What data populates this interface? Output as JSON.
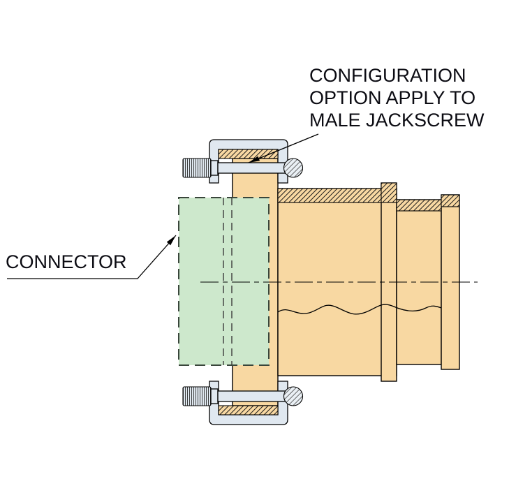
{
  "labels": {
    "configuration_note": {
      "lines": [
        "CONFIGURATION",
        "OPTION APPLY TO",
        "MALE JACKSCREW"
      ]
    },
    "connector": "CONNECTOR"
  },
  "colors": {
    "body": "#f8d8a2",
    "connector_fill": "#cde8cc",
    "connector_border": "#39463b",
    "hardware": "#e0e8f0",
    "line": "#000000"
  }
}
